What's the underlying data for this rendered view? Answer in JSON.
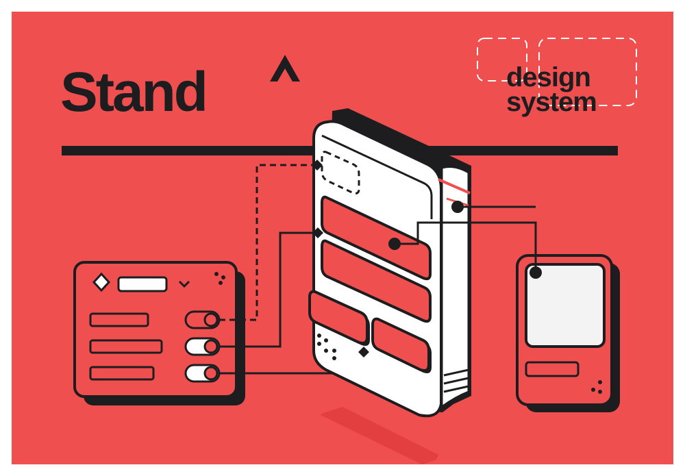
{
  "brand": {
    "wordmark": "Stand",
    "tagline_line1": "design",
    "tagline_line2": "system"
  },
  "colors": {
    "background": "#f04f50",
    "ink": "#1d1d1f",
    "paper": "#ffffff",
    "light_panel": "#f3f3f3",
    "shadow": "#e0393c"
  },
  "icons": {
    "logo_mark": "caret-up-icon",
    "panel_badge": "diamond-icon",
    "dropdown": "chevron-down-icon",
    "menu": "dots-icon"
  }
}
